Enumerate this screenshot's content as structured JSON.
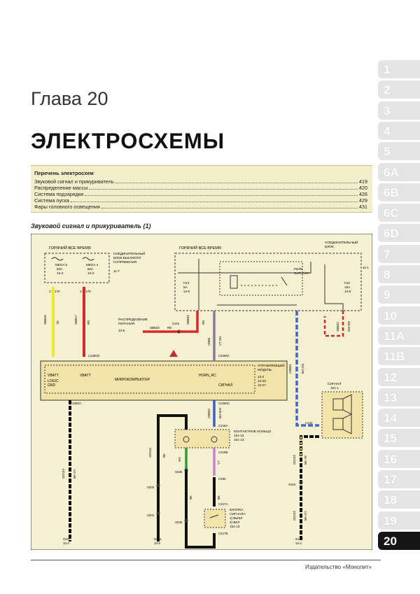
{
  "chapter": "Глава 20",
  "title": "ЭЛЕКТРОСХЕМЫ",
  "toc": {
    "heading": "Перечень электросхем",
    "items": [
      {
        "label": "Звуковой сигнал и прикуриватель",
        "page": "419"
      },
      {
        "label": "Распределение массы",
        "page": "420"
      },
      {
        "label": "Система подзарядки",
        "page": "426"
      },
      {
        "label": "Система пуска",
        "page": "429"
      },
      {
        "label": "Фары головного освещения",
        "page": "431"
      }
    ]
  },
  "section_title": "Звуковой сигнал и прикуриватель (1)",
  "diagram": {
    "hot_always_left": "ГОРЯЧИЙ ВСЕ ВРЕМЯ",
    "hot_always_right": "ГОРЯЧИЙ ВСЕ ВРЕМЯ",
    "hv_block": [
      "СОЕДИНИТЕЛЬНЫЙ",
      "БЛОК ВЫСОКОГО",
      "НАПРЯЖЕНИЯ"
    ],
    "hv_ref": "11-7",
    "junction_block": [
      "СОЕДИНИТЕЛЬНЫЙ",
      "БЛОК"
    ],
    "junction_ref": "11-1",
    "mega5": [
      "MEGA 5",
      "50A",
      "13-2"
    ],
    "mega4": [
      "MEGA 4",
      "50A",
      "13-2"
    ],
    "f23": [
      "F23",
      "5A",
      "13-5"
    ],
    "f20": [
      "F20",
      "15A",
      "13-6"
    ],
    "relay": [
      "РЕЛЕ",
      "СИГНАЛА"
    ],
    "power_dist": [
      "РАСПРЕДЕЛЕНИЕ",
      "ПИТАНИЯ"
    ],
    "ctrl_module": [
      "УПРАВЛЯЮЩИЙ",
      "МОДУЛЬ"
    ],
    "ctrl_refs": [
      "13-2",
      "13-23",
      "13-27"
    ],
    "microcomputer": "МИКРОКОМПЬЮТЕР",
    "pins": {
      "vbatt1": "VBATT",
      "vbatt2": "VBATT",
      "logic": "LOGIC",
      "gnd": "GND",
      "horn_rc": "HORN_RC",
      "signal": "СИГНАЛ"
    },
    "contact_ring": [
      "КОНТАКТНОЕ КОЛЬЦО",
      "151-12",
      "151-13"
    ],
    "horn_button": [
      "КНОПКА",
      "СИГНАЛА",
      "1) ВЫКЛ",
      "2) ВКЛ",
      "151-13"
    ],
    "horn": [
      "СИГНАЛ",
      "151-1"
    ],
    "connectors": {
      "c1617k": "C1617K",
      "c1617e": "C1617E",
      "c2280g": "C2280G",
      "c2280a": "C2280A",
      "c2280a2": "C2280A",
      "c2280c": "C2280C",
      "c218a": "C218A",
      "c218b": "C218B",
      "c250": "C250",
      "c217a": "C217A",
      "c217b": "C217B",
      "c131": "C131",
      "s115": "S115",
      "s235": "S235",
      "s202": "S202",
      "s201": "S201",
      "s236": "S236",
      "s104": "S104",
      "g107a": "G107",
      "g107a_ref": "10-4",
      "g201": "G201",
      "g201_ref": "10-8",
      "g107b": "G107",
      "g107b_ref": "10-4",
      "ps_ref": "13-5"
    },
    "wires": {
      "sbb18": "SBB18",
      "ye": "YE",
      "sbb17": "SBB17",
      "rd": "RD",
      "sbb33": "SBB33",
      "rd2": "RD",
      "cbb4": "CBB4",
      "vtgn": "VT-GN",
      "cbb91": "CBB91",
      "bucg": "BU-OG",
      "gd123": "GD123",
      "bkgy": "BK-GY",
      "cbb32": "CBB32",
      "buwh": "BU-WH",
      "gd133": "GD133",
      "bk": "BK",
      "gd132": "GD132",
      "bkye": "BK-YE",
      "gd132b": "GD132",
      "bkgy2": "BK-GY",
      "sbb31": "SBB31",
      "whrd": "WH-RD",
      "sbb33b": "SBB33",
      "rd3": "RD",
      "vt": "VT",
      "gn": "GN",
      "bk2": "BK",
      "bk3": "BK"
    }
  },
  "tabs": [
    "1",
    "2",
    "3",
    "4",
    "5",
    "6A",
    "6B",
    "6C",
    "6D",
    "7",
    "8",
    "9",
    "10",
    "11A",
    "11B",
    "12",
    "13",
    "14",
    "15",
    "16",
    "17",
    "18",
    "19",
    "20"
  ],
  "active_tab": "20",
  "footer": "Издательство «Монолит»"
}
